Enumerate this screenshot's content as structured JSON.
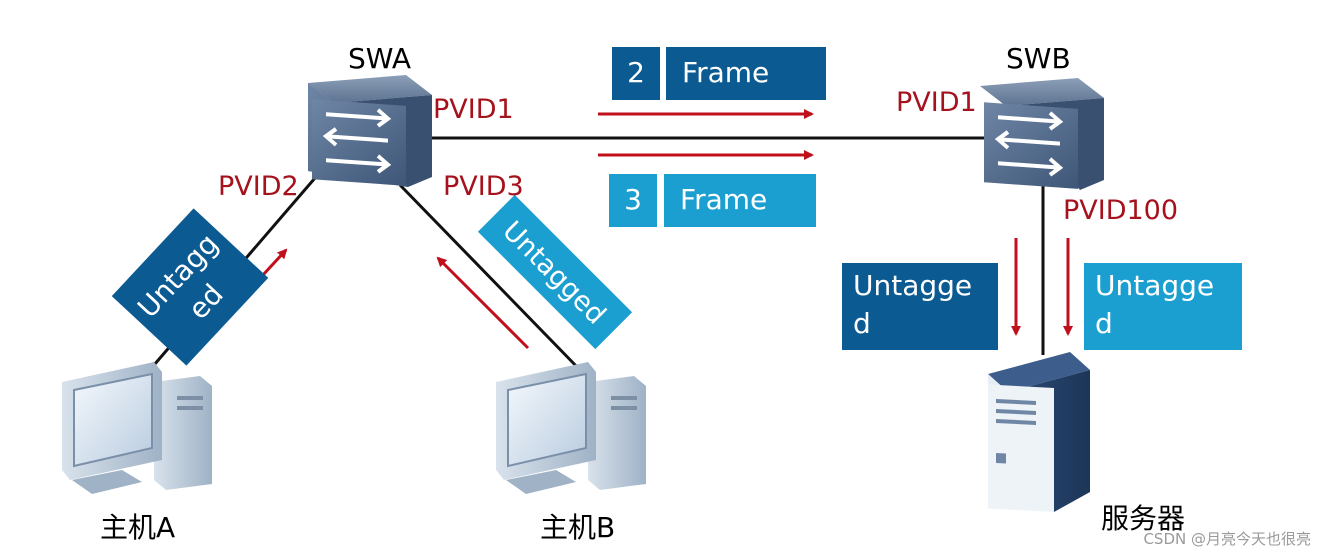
{
  "nodes": {
    "swa": "SWA",
    "swb": "SWB",
    "host_a": "主机A",
    "host_b": "主机B",
    "server": "服务器"
  },
  "ports": {
    "swa_uplink": "PVID1",
    "swb_uplink": "PVID1",
    "swa_host_a": "PVID2",
    "swa_host_b": "PVID3",
    "swb_server": "PVID100"
  },
  "frames": {
    "vlan2": {
      "tag": "2",
      "label": "Frame",
      "color": "#0b5a92"
    },
    "vlan3": {
      "tag": "3",
      "label": "Frame",
      "color": "#1b9fd0"
    }
  },
  "untagged": {
    "host_a": {
      "line1": "Untagg",
      "line2": "ed",
      "color": "#0b5a92"
    },
    "host_b": {
      "text": "Untagged",
      "color": "#1b9fd0"
    },
    "server_dark": {
      "line1": "Untagge",
      "line2": "d",
      "color": "#0b5a92"
    },
    "server_light": {
      "line1": "Untagge",
      "line2": "d",
      "color": "#1b9fd0"
    }
  },
  "colors": {
    "port_label": "#a5121d",
    "arrow": "#c0101c",
    "link": "#111111"
  },
  "icons": {
    "switch": "network-switch-icon",
    "host": "desktop-computer-icon",
    "server": "tower-server-icon"
  },
  "watermark": "CSDN @月亮今天也很亮"
}
